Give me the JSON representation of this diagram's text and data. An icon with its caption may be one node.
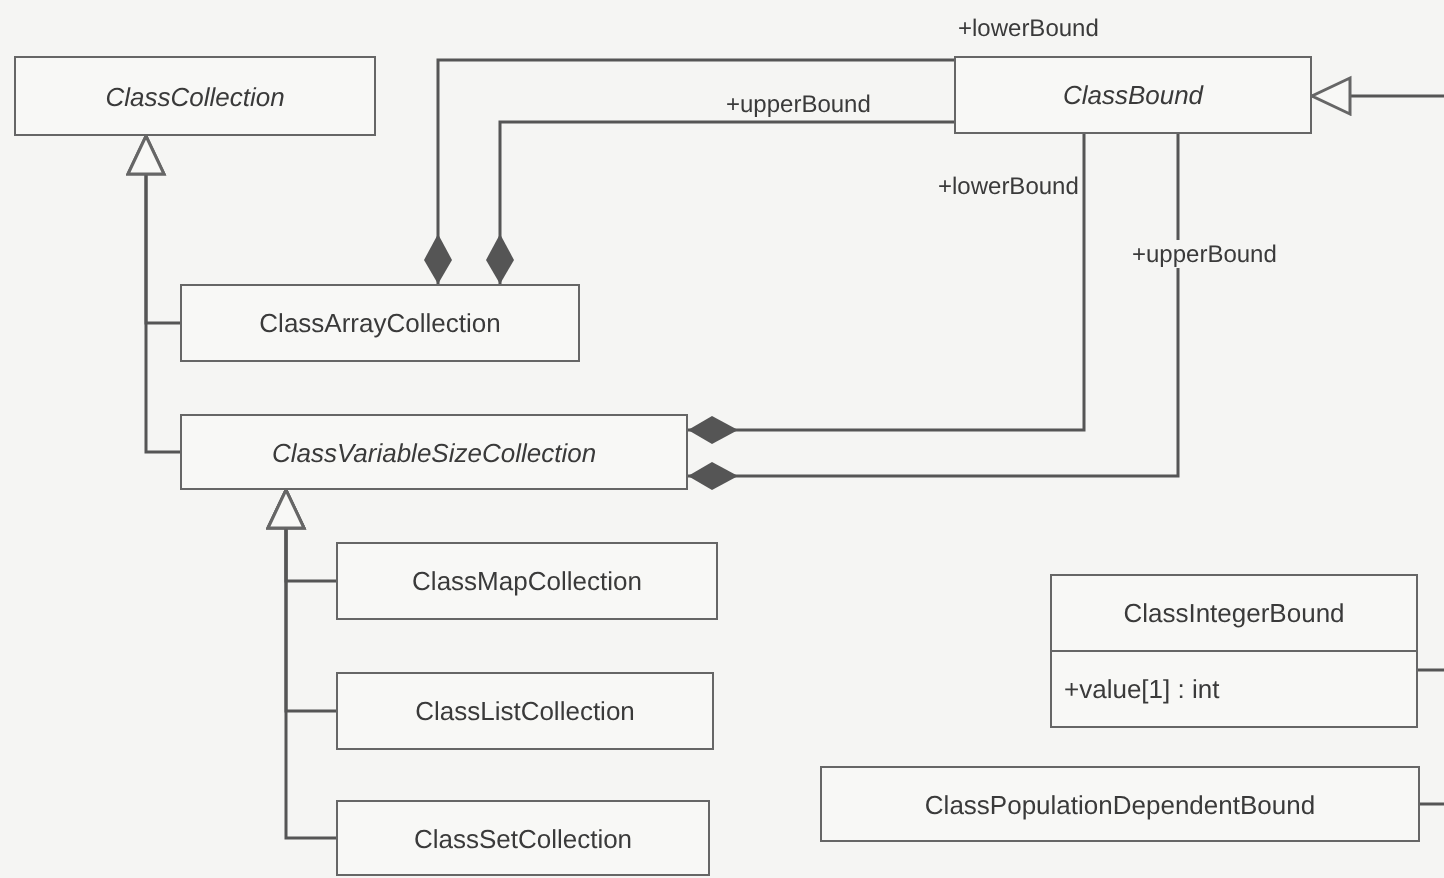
{
  "diagram": {
    "nodes": [
      {
        "text": [
          "ClassCollection"
        ]
      },
      {
        "text": [
          "ClassBound"
        ]
      },
      {
        "text": [
          "ClassArrayCollection"
        ]
      },
      {
        "text": [
          "ClassVariableSizeCollection"
        ]
      },
      {
        "text": [
          "ClassMapCollection"
        ]
      },
      {
        "text": [
          "ClassListCollection"
        ]
      },
      {
        "text": [
          "ClassSetCollection"
        ]
      },
      {
        "text": [
          "ClassIntegerBound",
          "+value[1] : int"
        ]
      },
      {
        "text": [
          "ClassPopulationDependentBound"
        ]
      }
    ],
    "edges": [
      {
        "from": 2,
        "to": 0,
        "arrow": "to"
      },
      {
        "from": 3,
        "to": 0,
        "arrow": "to"
      },
      {
        "from": 4,
        "to": 3,
        "arrow": "to"
      },
      {
        "from": 5,
        "to": 3,
        "arrow": "to"
      },
      {
        "from": 6,
        "to": 3,
        "arrow": "to"
      },
      {
        "from": 2,
        "to": 1,
        "arrow": "other",
        "label": "+lowerBound"
      },
      {
        "from": 2,
        "to": 1,
        "arrow": "other",
        "label": "+upperBound"
      },
      {
        "from": 3,
        "to": 1,
        "arrow": "other",
        "label": "+lowerBound"
      },
      {
        "from": 3,
        "to": 1,
        "arrow": "other",
        "label": "+upperBound"
      },
      {
        "from": null,
        "to": 1,
        "arrow": "to"
      },
      {
        "from": 7,
        "to": null,
        "arrow": "none"
      },
      {
        "from": 8,
        "to": null,
        "arrow": "none"
      }
    ]
  }
}
